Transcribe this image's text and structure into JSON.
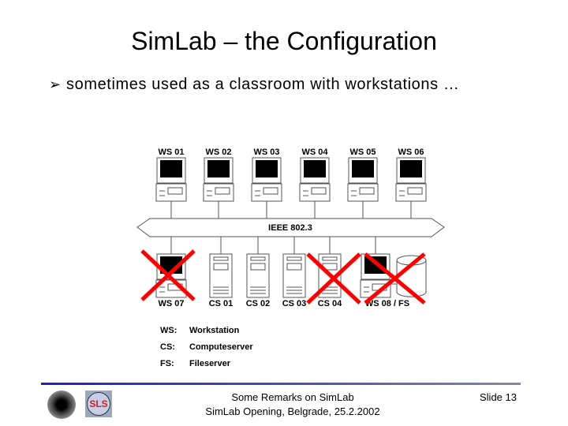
{
  "title": "SimLab – the Configuration",
  "bullet": {
    "icon": "arrow-bullet-icon",
    "text": "sometimes used as a classroom with workstations …"
  },
  "diagram": {
    "bus_label": "IEEE 802.3",
    "top_row": [
      "WS 01",
      "WS 02",
      "WS 03",
      "WS 04",
      "WS 05",
      "WS 06"
    ],
    "bottom_row": [
      "WS 07",
      "CS 01",
      "CS 02",
      "CS 03",
      "CS 04",
      "WS 08 / FS"
    ],
    "crossed_out": [
      "WS 07",
      "CS 04",
      "WS 08 / FS"
    ],
    "cross_color": "#ff0000",
    "legend": [
      {
        "key": "WS:",
        "value": "Workstation"
      },
      {
        "key": "CS:",
        "value": "Computeserver"
      },
      {
        "key": "FS:",
        "value": "Fileserver"
      }
    ]
  },
  "footer": {
    "line1": "Some Remarks on SimLab",
    "line2": "SimLab Opening, Belgrade, 25.2.2002",
    "slide": "Slide 13",
    "accent": "#2222bb"
  }
}
